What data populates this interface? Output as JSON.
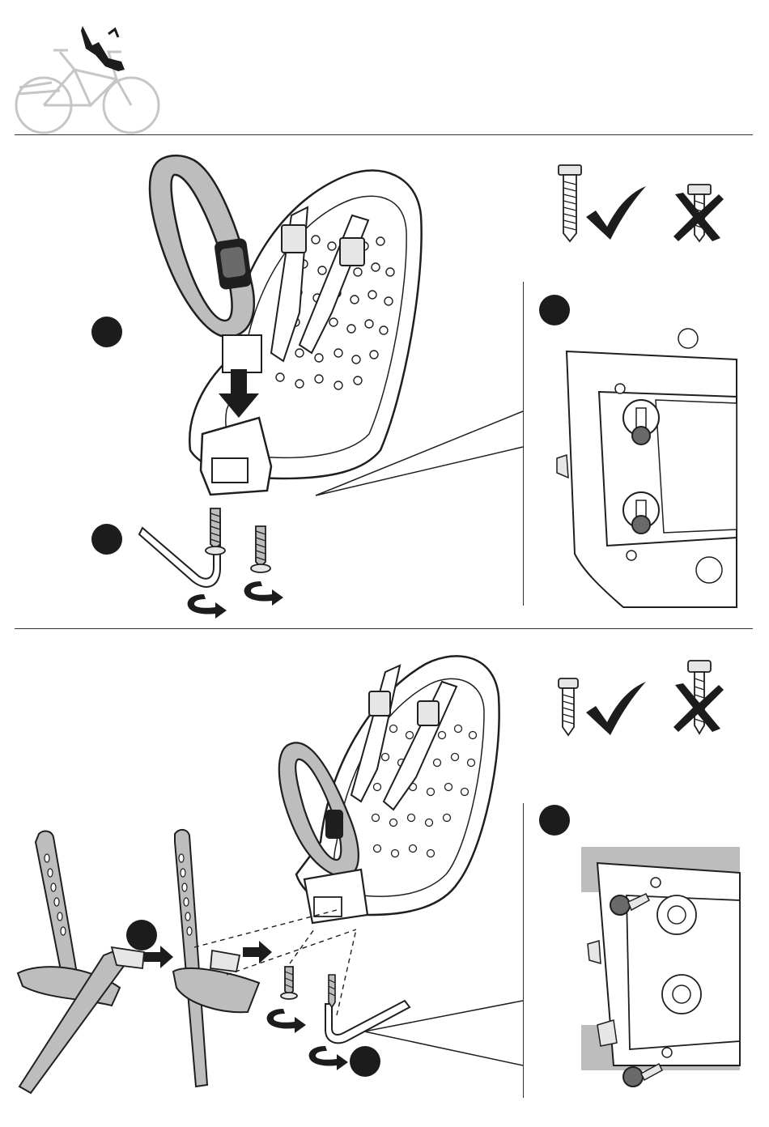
{
  "page": {
    "type": "assembly-instruction-sheet",
    "header_icon": "bike-with-front-child-seat-icon",
    "sections": [
      {
        "id": "top",
        "icons": [
          "seat-with-handlebar-icon",
          "allen-key-icon",
          "screw-icon",
          "rotate-arrow-icon",
          "checkmark-icon",
          "cross-icon"
        ],
        "step_dots": 3
      },
      {
        "id": "bottom",
        "icons": [
          "seat-with-handlebar-icon",
          "footrest-icon",
          "screw-icon",
          "allen-key-icon",
          "rotate-arrow-icon",
          "checkmark-icon",
          "cross-icon"
        ],
        "step_dots": 3
      }
    ]
  },
  "colors": {
    "line": "#1f1f1f",
    "fill_gray": "#bdbdbd",
    "fill_light": "#e6e6e6",
    "dot": "#1c1c1c",
    "bike_gray": "#c8c8c8"
  }
}
